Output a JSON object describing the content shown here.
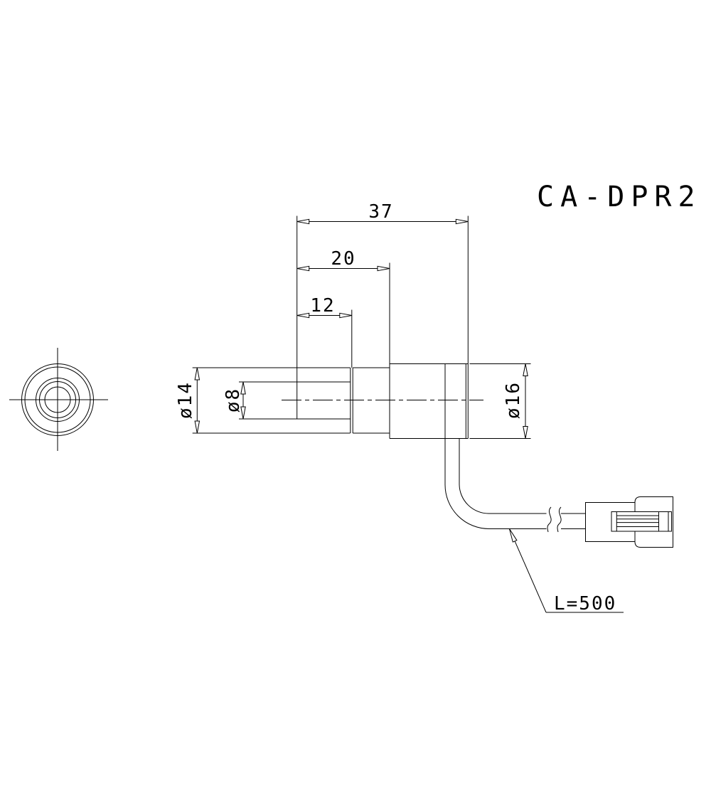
{
  "title": "CA-DPR2",
  "dimensions": {
    "total_length": "37",
    "body_length": "20",
    "stud_length": "12",
    "collar_diameter": "ø14",
    "stud_diameter": "ø8",
    "body_diameter": "ø16",
    "cable_length": "L=500"
  }
}
